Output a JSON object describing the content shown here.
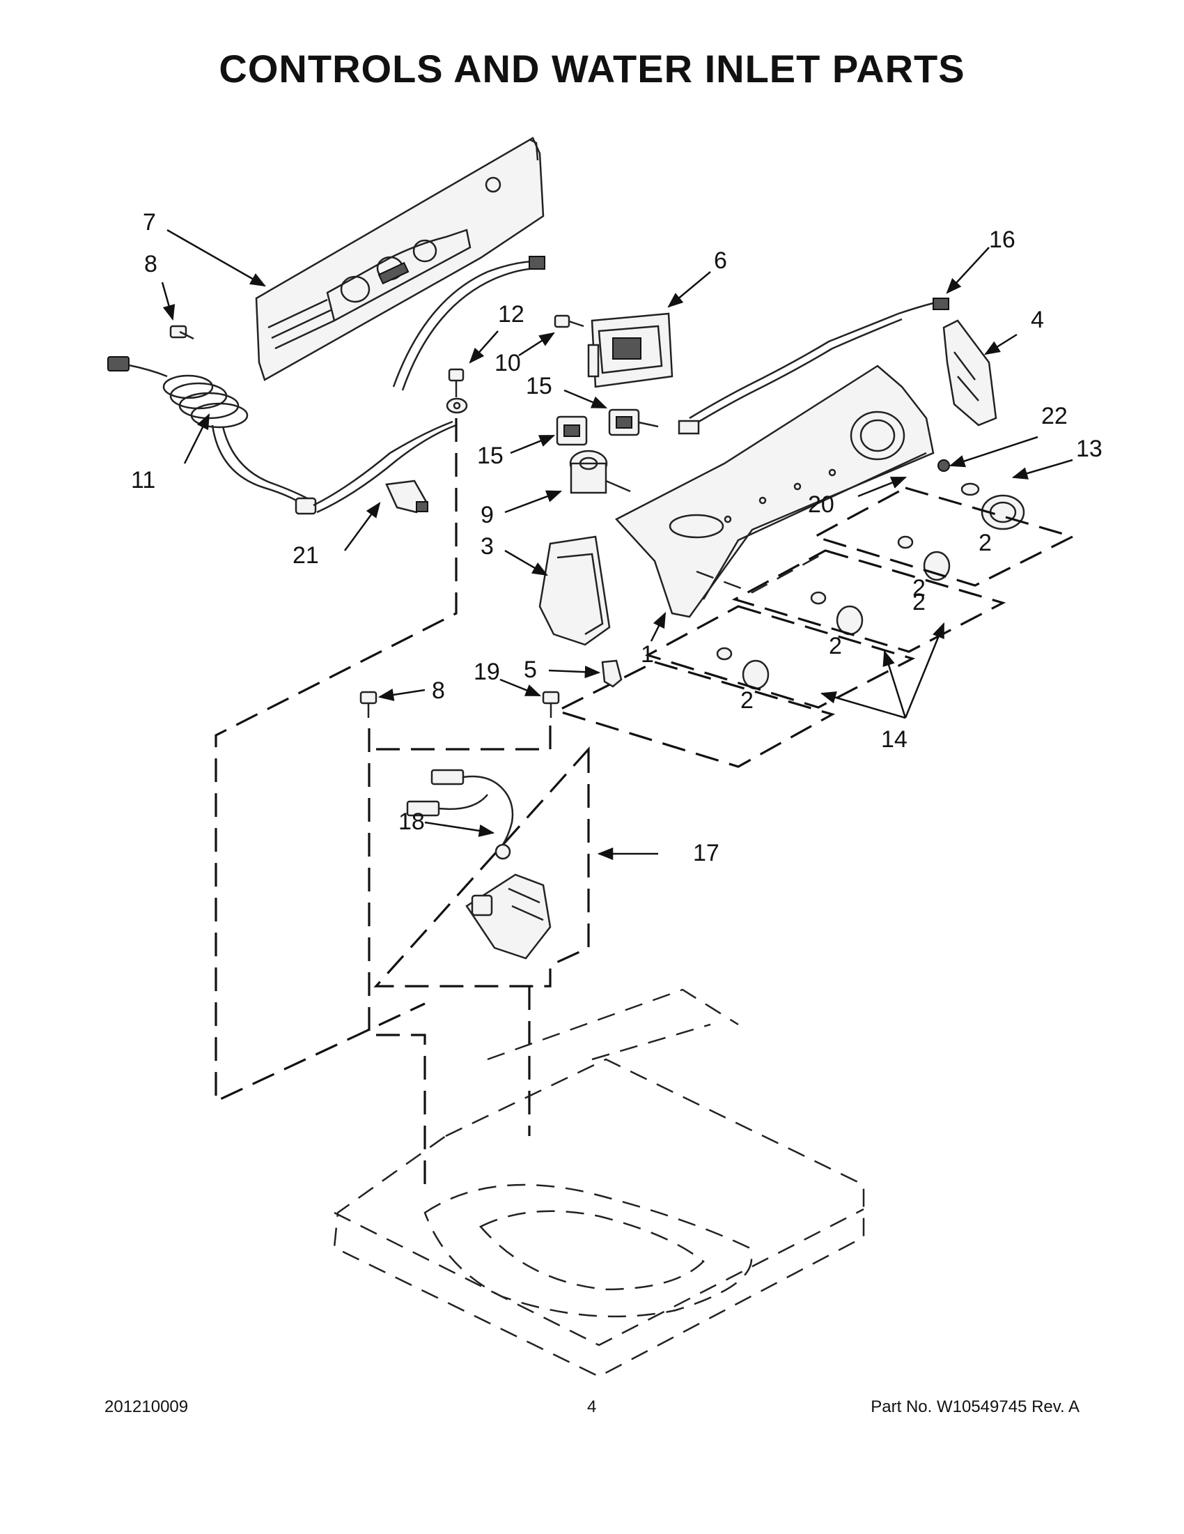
{
  "page": {
    "title": "CONTROLS AND WATER INLET PARTS",
    "footer_left": "201210009",
    "footer_center": "4",
    "footer_right": "Part No.  W10549745  Rev.  A"
  },
  "callouts": {
    "c1": "1",
    "c2a": "2",
    "c2b": "2",
    "c2c": "2",
    "c2d": "2",
    "c2e": "2",
    "c3": "3",
    "c4": "4",
    "c5": "5",
    "c6": "6",
    "c7": "7",
    "c8a": "8",
    "c8b": "8",
    "c9": "9",
    "c10": "10",
    "c11": "11",
    "c12": "12",
    "c13": "13",
    "c14": "14",
    "c15a": "15",
    "c15b": "15",
    "c16": "16",
    "c17": "17",
    "c18": "18",
    "c19": "19",
    "c20": "20",
    "c21": "21",
    "c22": "22"
  }
}
